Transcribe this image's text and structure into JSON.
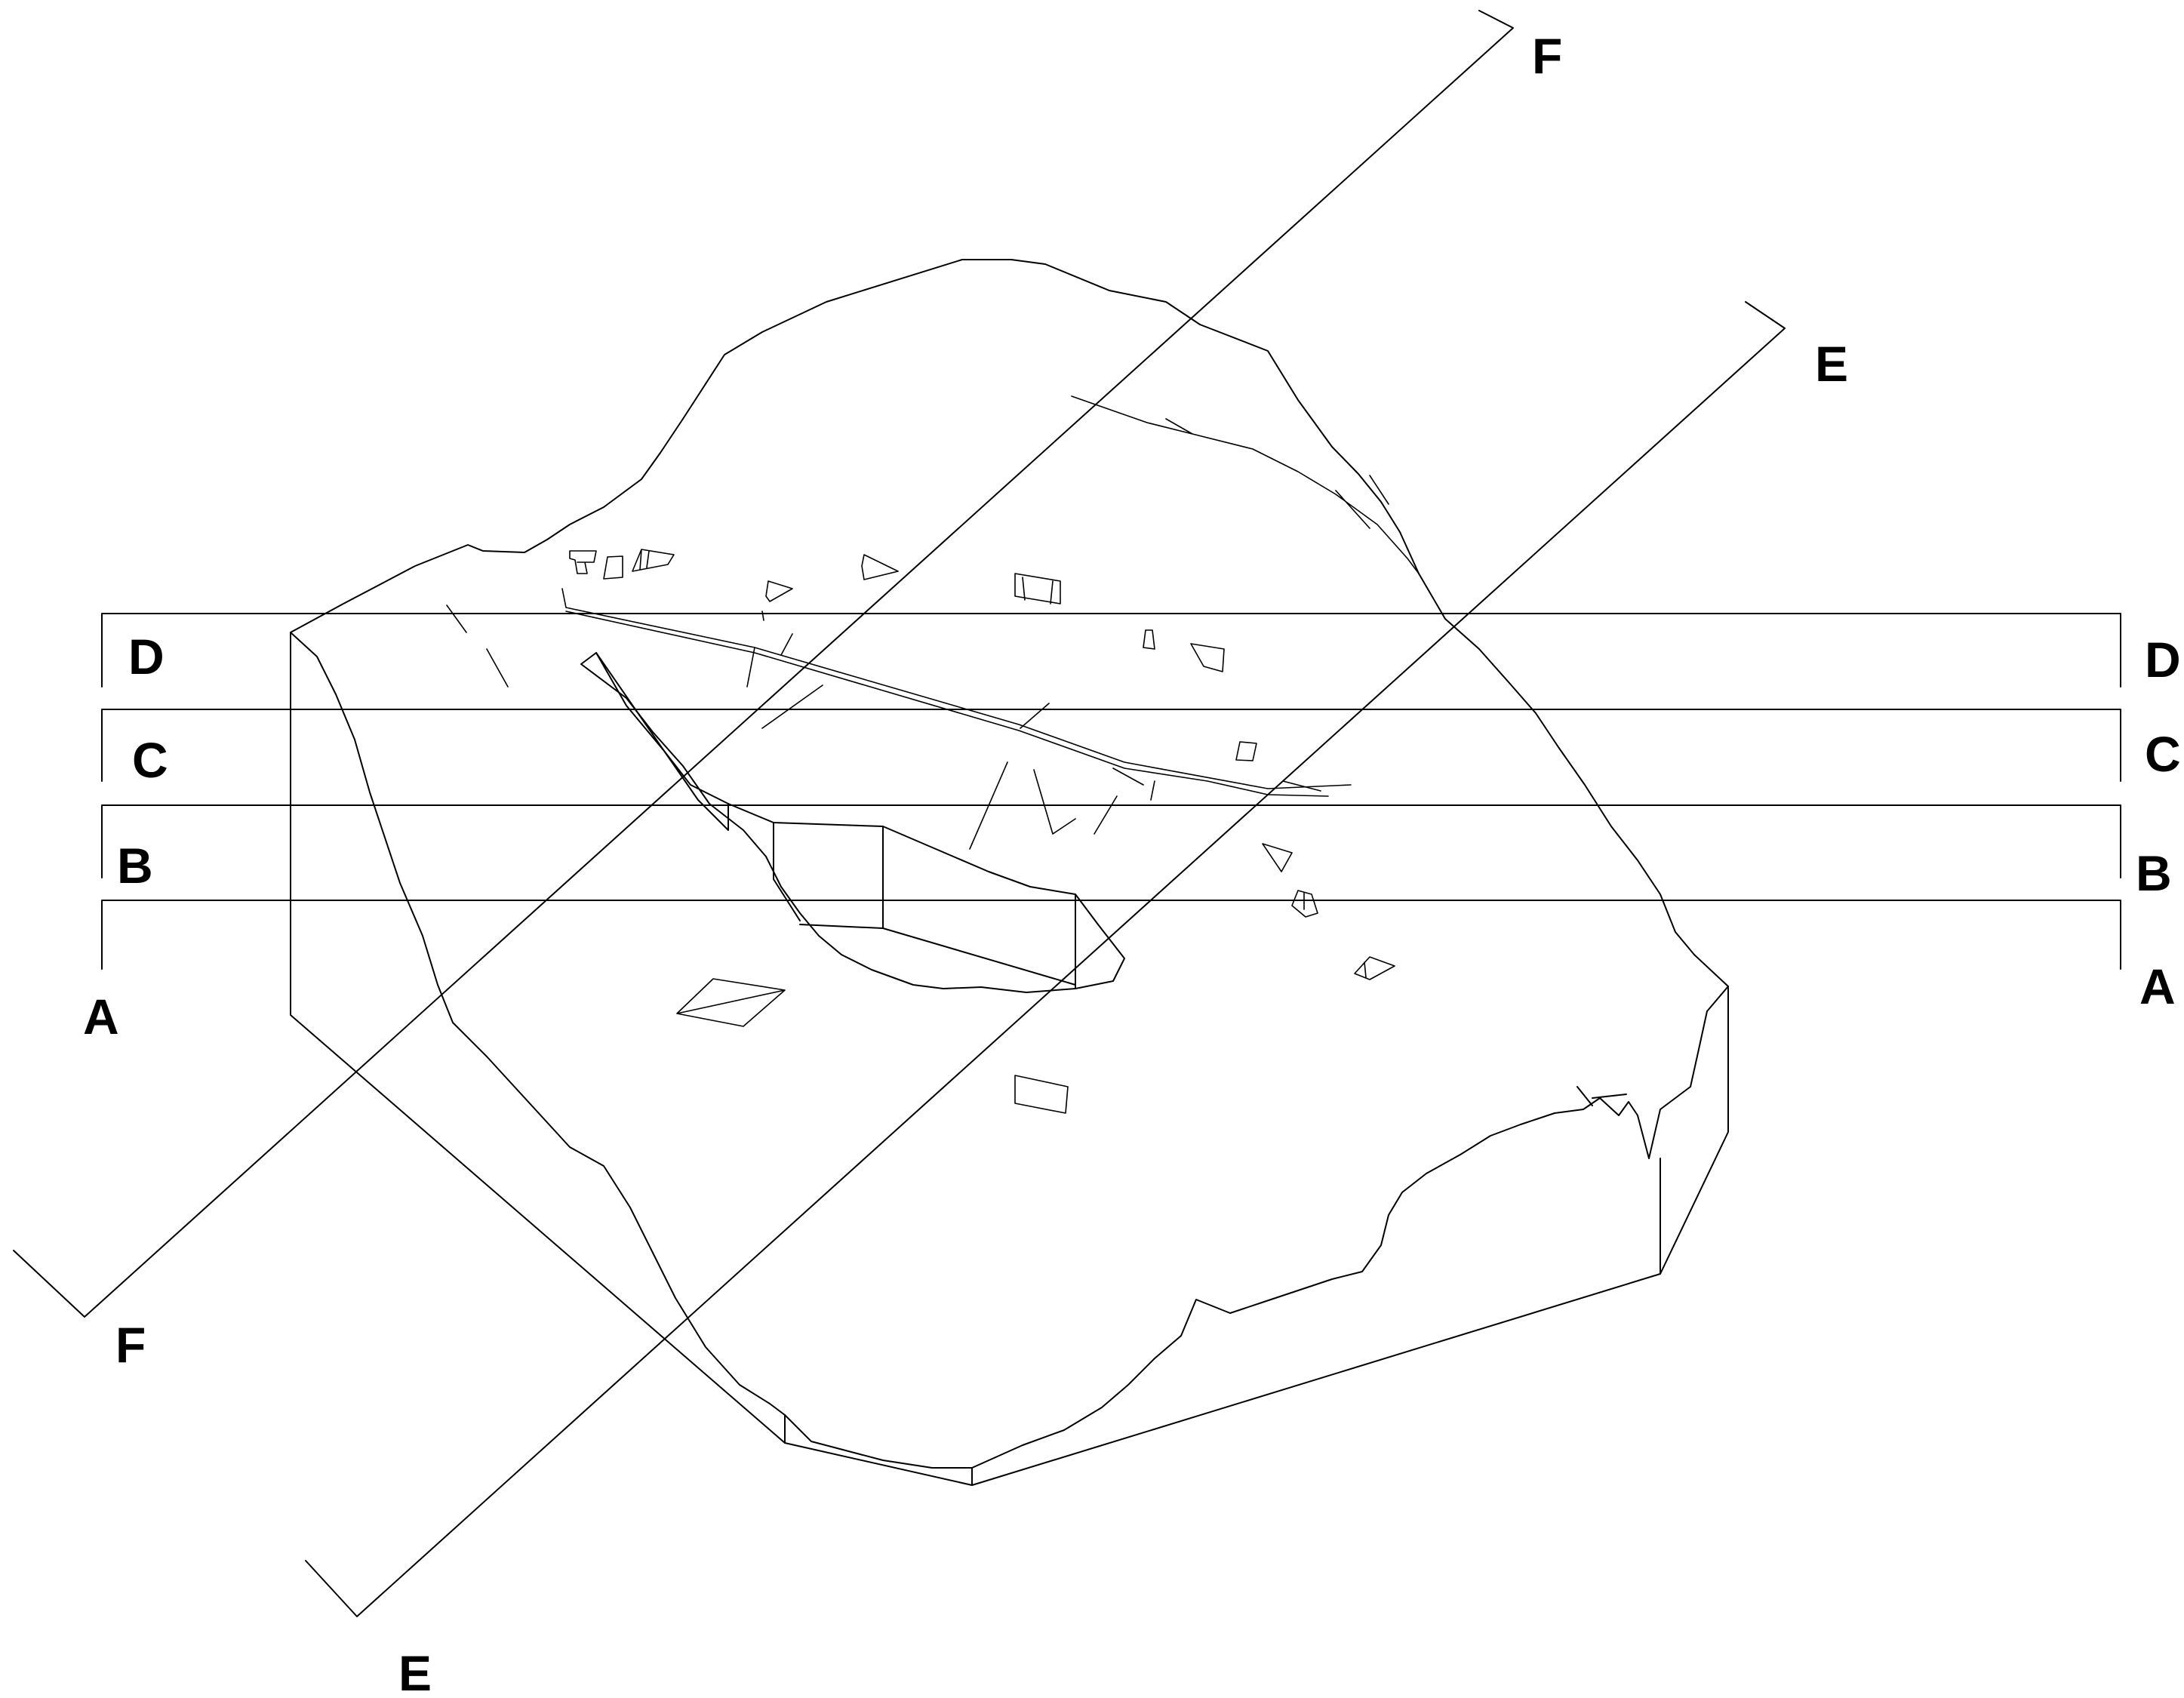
{
  "section_lines": [
    {
      "id": "A",
      "start_label": "A",
      "end_label": "A"
    },
    {
      "id": "B",
      "start_label": "B",
      "end_label": "B"
    },
    {
      "id": "C",
      "start_label": "C",
      "end_label": "C"
    },
    {
      "id": "D",
      "start_label": "D",
      "end_label": "D"
    },
    {
      "id": "E",
      "start_label": "E",
      "end_label": "E"
    },
    {
      "id": "F",
      "start_label": "F",
      "end_label": "F"
    }
  ],
  "colors": {
    "line": "#000000",
    "background": "#ffffff"
  }
}
